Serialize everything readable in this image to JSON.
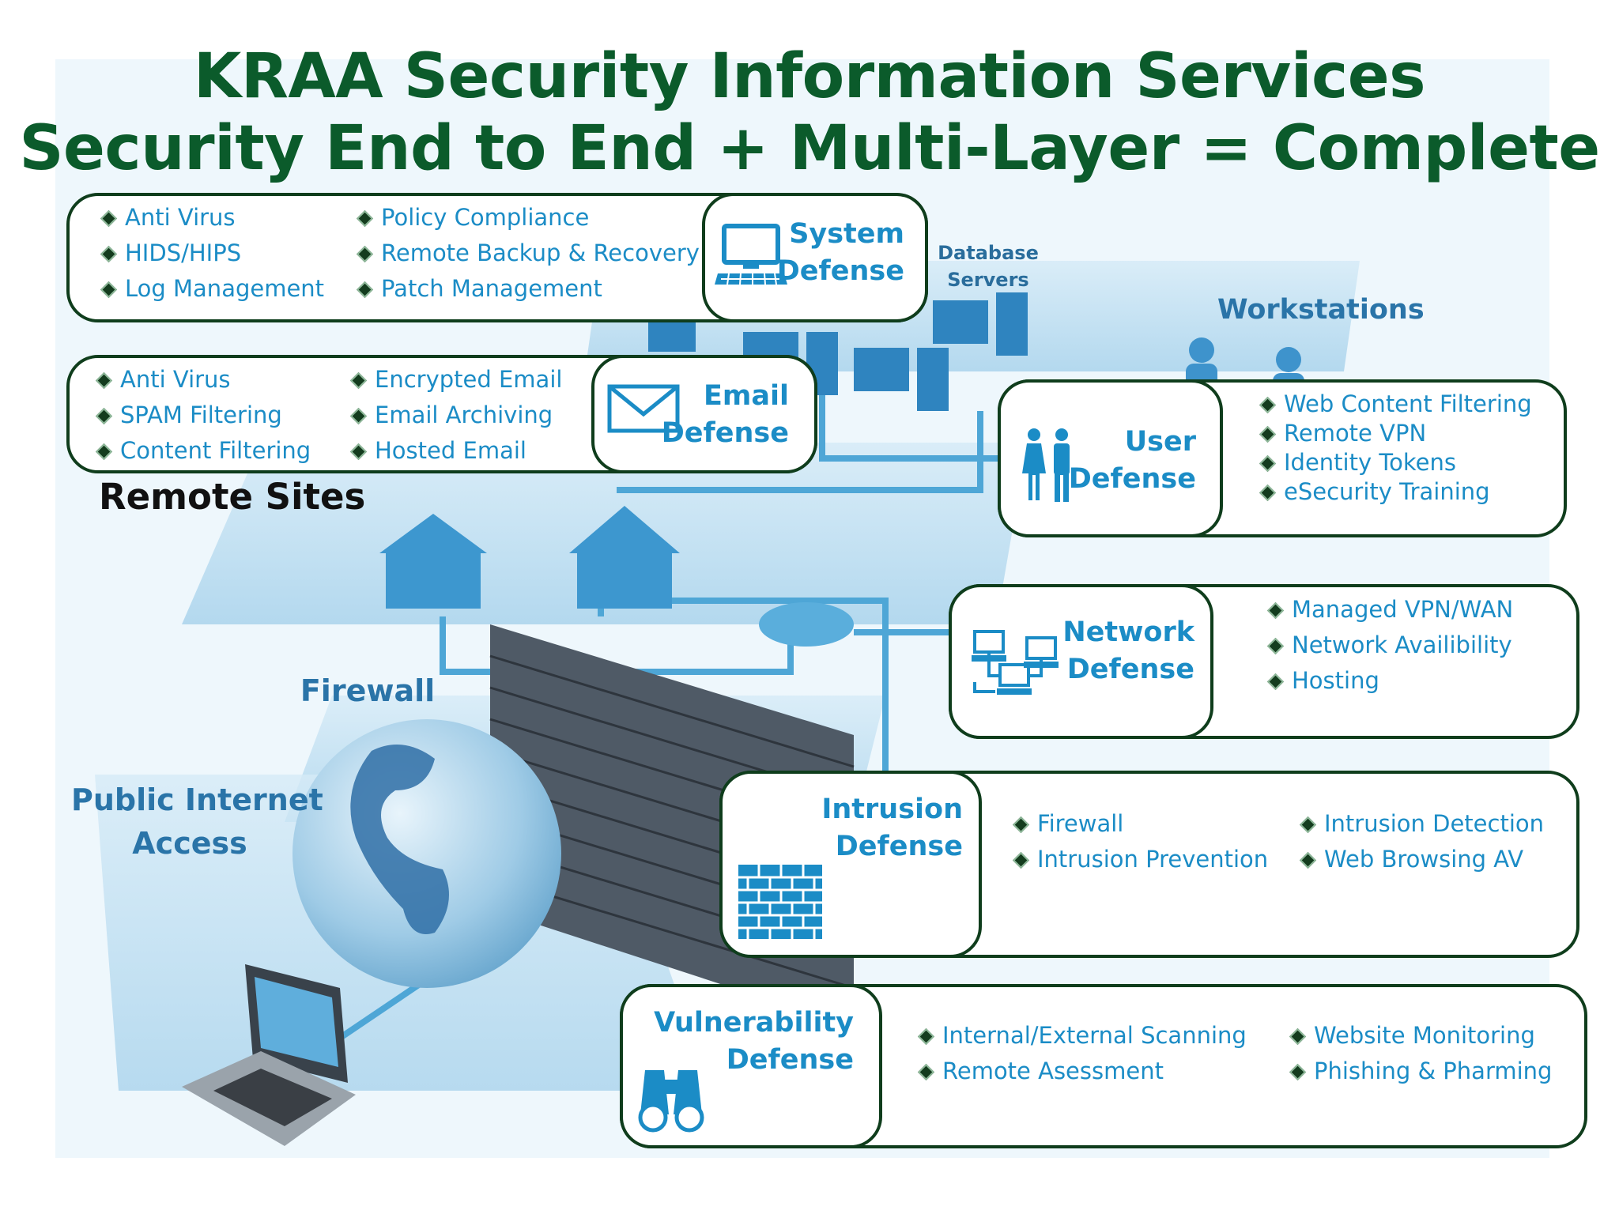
{
  "header": {
    "title_line_1": "KRAA Security Information Services",
    "title_line_2": "Security End to End + Multi-Layer = Complete"
  },
  "scene_labels": {
    "database_servers_1": "Database",
    "database_servers_2": "Servers",
    "workstations": "Workstations",
    "remote_sites": "Remote Sites",
    "firewall": "Firewall",
    "public_internet_1": "Public Internet",
    "public_internet_2": "Access"
  },
  "defenses": {
    "system": {
      "title_1": "System",
      "title_2": "Defense",
      "icon": "computer-icon",
      "items_col1": [
        "Anti Virus",
        "HIDS/HIPS",
        "Log Management"
      ],
      "items_col2": [
        "Policy Compliance",
        "Remote Backup & Recovery",
        "Patch Management"
      ]
    },
    "email": {
      "title_1": "Email",
      "title_2": "Defense",
      "icon": "envelope-icon",
      "items_col1": [
        "Anti Virus",
        "SPAM Filtering",
        "Content Filtering"
      ],
      "items_col2": [
        "Encrypted Email",
        "Email Archiving",
        "Hosted Email"
      ]
    },
    "user": {
      "title_1": "User",
      "title_2": "Defense",
      "icon": "users-icon",
      "items": [
        "Web Content Filtering",
        "Remote VPN",
        "Identity Tokens",
        "eSecurity Training"
      ]
    },
    "network": {
      "title_1": "Network",
      "title_2": "Defense",
      "icon": "network-computers-icon",
      "items": [
        "Managed VPN/WAN",
        "Network Availibility",
        "Hosting"
      ]
    },
    "intrusion": {
      "title_1": "Intrusion",
      "title_2": "Defense",
      "icon": "brick-wall-icon",
      "items_col1": [
        "Firewall",
        "Intrusion Prevention"
      ],
      "items_col2": [
        "Intrusion Detection",
        "Web Browsing AV"
      ]
    },
    "vulnerability": {
      "title_1": "Vulnerability",
      "title_2": "Defense",
      "icon": "binoculars-icon",
      "items_col1": [
        "Internal/External Scanning",
        "Remote Asessment"
      ],
      "items_col2": [
        "Website Monitoring",
        "Phishing & Pharming"
      ]
    }
  },
  "colors": {
    "title": "#0b5b2b",
    "accent": "#1b8cc6",
    "label": "#2a74a8",
    "border": "#0f3d1c",
    "plane": "#bfe0f2"
  }
}
